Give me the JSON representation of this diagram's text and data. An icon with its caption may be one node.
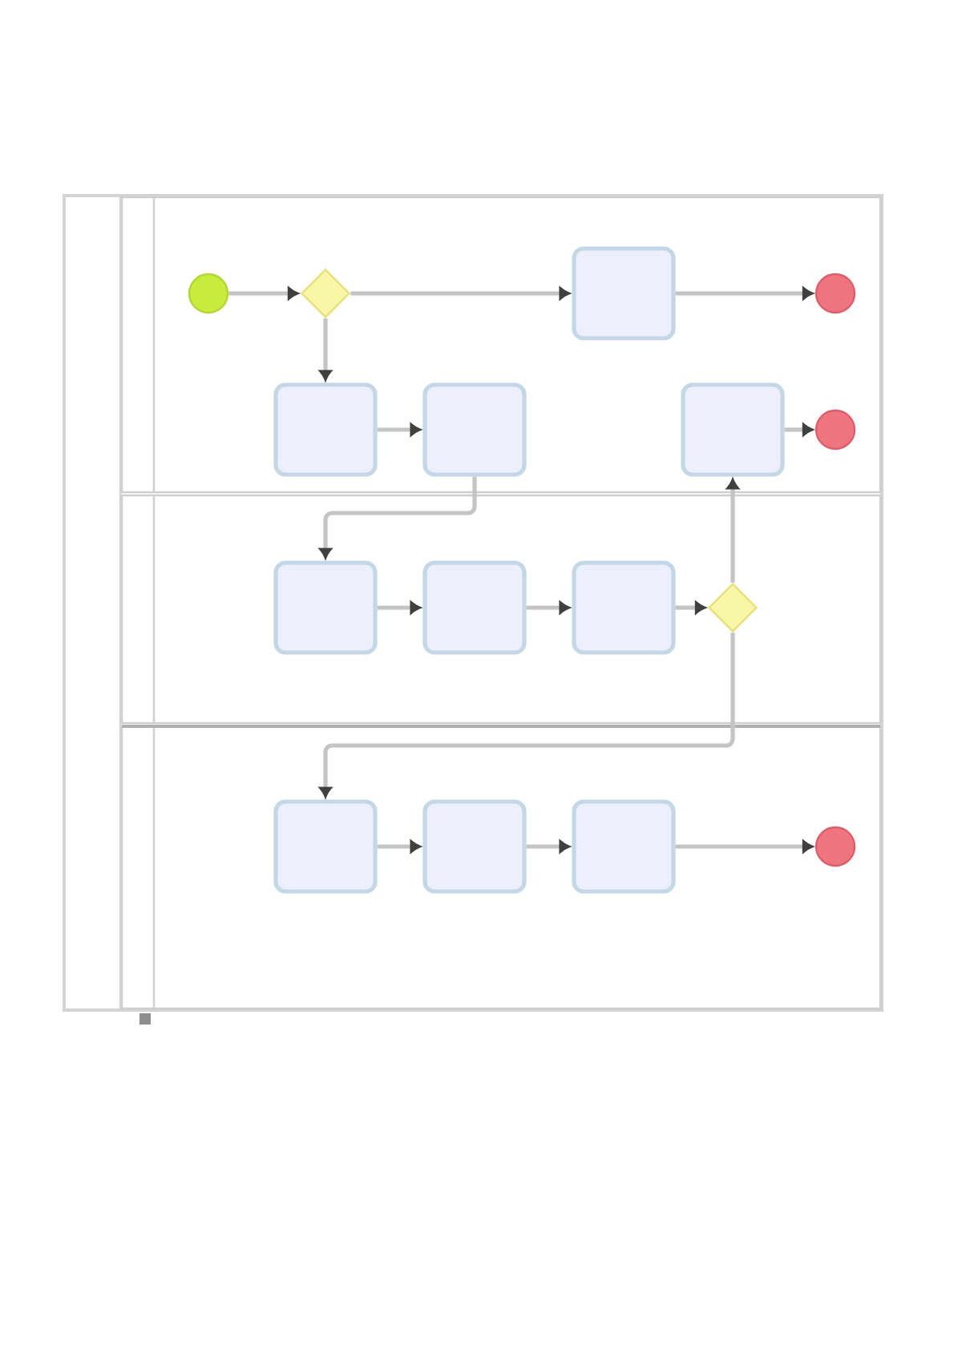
{
  "diagram": {
    "nodes": [
      {
        "text": [],
        "shape": "box"
      },
      {
        "text": [],
        "shape": "band",
        "in": 0
      },
      {
        "text": [],
        "shape": "band",
        "in": 0
      },
      {
        "text": [],
        "shape": "band",
        "in": 0
      },
      {
        "text": [],
        "shape": "circle",
        "in": 1
      },
      {
        "text": [],
        "shape": "diamond",
        "in": 1
      },
      {
        "text": [],
        "shape": "box",
        "in": 1
      },
      {
        "text": [],
        "shape": "circle",
        "in": 1
      },
      {
        "text": [],
        "shape": "box",
        "in": 1
      },
      {
        "text": [],
        "shape": "box",
        "in": 1
      },
      {
        "text": [],
        "shape": "box",
        "in": 1
      },
      {
        "text": [],
        "shape": "circle",
        "in": 1
      },
      {
        "text": [],
        "shape": "box",
        "in": 2
      },
      {
        "text": [],
        "shape": "box",
        "in": 2
      },
      {
        "text": [],
        "shape": "box",
        "in": 2
      },
      {
        "text": [],
        "shape": "diamond",
        "in": 2
      },
      {
        "text": [],
        "shape": "box",
        "in": 3
      },
      {
        "text": [],
        "shape": "box",
        "in": 3
      },
      {
        "text": [],
        "shape": "box",
        "in": 3
      },
      {
        "text": [],
        "shape": "circle",
        "in": 3
      }
    ],
    "edges": [
      {
        "from": 4,
        "to": 5,
        "arrow": "to"
      },
      {
        "from": 5,
        "to": 6,
        "arrow": "to"
      },
      {
        "from": 6,
        "to": 7,
        "arrow": "to"
      },
      {
        "from": 5,
        "to": 8,
        "arrow": "to"
      },
      {
        "from": 8,
        "to": 9,
        "arrow": "to"
      },
      {
        "from": 9,
        "to": 12,
        "arrow": "to"
      },
      {
        "from": 12,
        "to": 13,
        "arrow": "to"
      },
      {
        "from": 13,
        "to": 14,
        "arrow": "to"
      },
      {
        "from": 14,
        "to": 15,
        "arrow": "to"
      },
      {
        "from": 15,
        "to": 10,
        "arrow": "to"
      },
      {
        "from": 10,
        "to": 11,
        "arrow": "to"
      },
      {
        "from": 15,
        "to": 16,
        "arrow": "to"
      },
      {
        "from": 16,
        "to": 17,
        "arrow": "to"
      },
      {
        "from": 17,
        "to": 18,
        "arrow": "to"
      },
      {
        "from": 18,
        "to": 19,
        "arrow": "to"
      }
    ]
  }
}
